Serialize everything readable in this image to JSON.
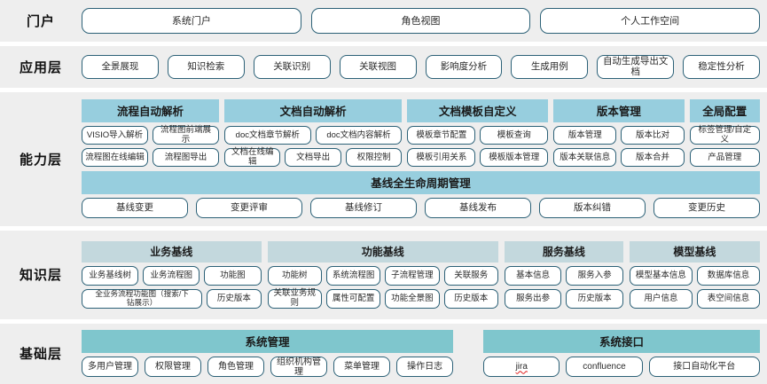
{
  "layers": [
    {
      "id": "portal",
      "label": "门户",
      "items": [
        "系统门户",
        "角色视图",
        "个人工作空间"
      ]
    },
    {
      "id": "application",
      "label": "应用层",
      "items": [
        "全景展现",
        "知识检索",
        "关联识别",
        "关联视图",
        "影响度分析",
        "生成用例",
        "自动生成导出文档",
        "稳定性分析"
      ]
    },
    {
      "id": "capability",
      "label": "能力层",
      "groups": [
        {
          "title": "流程自动解析",
          "rows": [
            [
              "VISIO导入解析",
              "流程图前端展\n示"
            ],
            [
              "流程图在线编辑",
              "流程图导出"
            ]
          ]
        },
        {
          "title": "文档自动解析",
          "rows": [
            [
              "doc文档章节解析",
              "doc文档内容解析"
            ],
            [
              "文档在线编辑",
              "文档导出",
              "权限控制"
            ]
          ]
        },
        {
          "title": "文档模板自定义",
          "rows": [
            [
              "模板章节配置",
              "模板查询"
            ],
            [
              "模板引用关系",
              "模板版本管理"
            ]
          ]
        },
        {
          "title": "版本管理",
          "rows": [
            [
              "版本管理",
              "版本比对"
            ],
            [
              "版本关联信息",
              "版本合并"
            ]
          ]
        },
        {
          "title": "全局配置",
          "rows": [
            [
              "标签管理/自定\n义"
            ],
            [
              "产品管理"
            ]
          ]
        }
      ],
      "lifecycle": {
        "title": "基线全生命周期管理",
        "items": [
          "基线变更",
          "变更评审",
          "基线修订",
          "基线发布",
          "版本纠错",
          "变更历史"
        ]
      }
    },
    {
      "id": "knowledge",
      "label": "知识层",
      "groups": [
        {
          "title": "业务基线",
          "rows": [
            [
              "业务基线树",
              "业务流程图",
              "功能图"
            ],
            [
              "全业务流程功能图（搜索/下\n钻展示）",
              "历史版本"
            ]
          ]
        },
        {
          "title": "功能基线",
          "rows": [
            [
              "功能树",
              "系统流程图",
              "子流程管理",
              "关联服务"
            ],
            [
              "关联业务规则",
              "属性可配置",
              "功能全景图",
              "历史版本"
            ]
          ]
        },
        {
          "title": "服务基线",
          "rows": [
            [
              "基本信息",
              "服务入参"
            ],
            [
              "服务出参",
              "历史版本"
            ]
          ]
        },
        {
          "title": "模型基线",
          "rows": [
            [
              "模型基本信息",
              "数据库信息"
            ],
            [
              "用户信息",
              "表空间信息"
            ]
          ]
        }
      ]
    },
    {
      "id": "base",
      "label": "基础层",
      "groups": [
        {
          "title": "系统管理",
          "rows": [
            [
              "多用户管理",
              "权限管理",
              "角色管理",
              "组织机构管理",
              "菜单管理",
              "操作日志"
            ]
          ]
        },
        {
          "title": "系统接口",
          "rows": [
            [
              "jira",
              "confluence",
              "接口自动化平台"
            ]
          ]
        }
      ]
    }
  ],
  "colors": {
    "band_background": "#eeeeee",
    "pill_border": "#2c6177",
    "capability_header": "#97cede",
    "knowledge_header": "#c3d8dd",
    "base_header": "#7fc6cd",
    "spellcheck_underline": "#e01b1b"
  },
  "misspelled_words": [
    "jira"
  ]
}
